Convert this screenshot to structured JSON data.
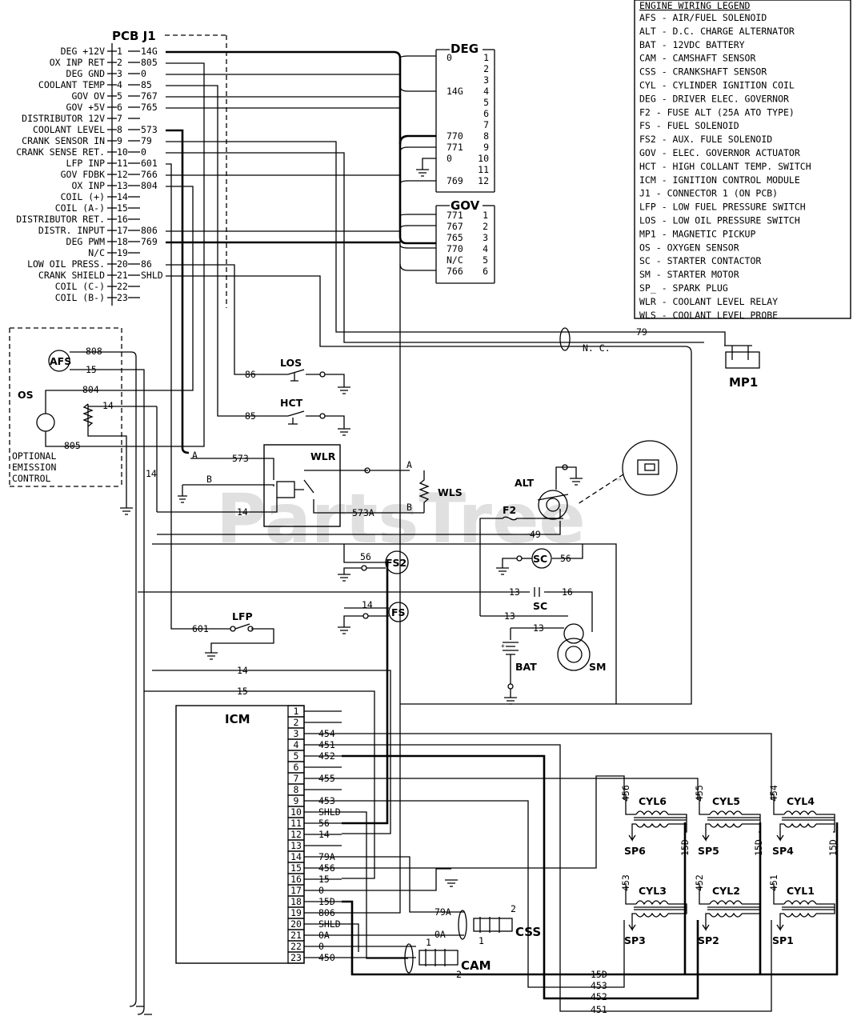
{
  "watermark": {
    "text": "PartsTree",
    "tm": "™"
  },
  "legend": {
    "title": "ENGINE WIRING LEGEND",
    "items": [
      "AFS - AIR/FUEL SOLENOID",
      "ALT - D.C. CHARGE ALTERNATOR",
      "BAT - 12VDC BATTERY",
      "CAM - CAMSHAFT SENSOR",
      "CSS - CRANKSHAFT SENSOR",
      "CYL - CYLINDER IGNITION COIL",
      "DEG - DRIVER ELEC. GOVERNOR",
      "F2 - FUSE ALT (25A ATO TYPE)",
      "FS - FUEL SOLENOID",
      "FS2 - AUX. FULE SOLENOID",
      "GOV - ELEC. GOVERNOR ACTUATOR",
      "HCT - HIGH COLLANT TEMP. SWITCH",
      "ICM - IGNITION CONTROL MODULE",
      "J1 - CONNECTOR 1 (ON PCB)",
      "LFP - LOW FUEL PRESSURE SWITCH",
      "LOS - LOW OIL PRESSURE SWITCH",
      "MP1 - MAGNETIC PICKUP",
      "OS - OXYGEN SENSOR",
      "SC - STARTER CONTACTOR",
      "SM - STARTER MOTOR",
      "SP_ - SPARK PLUG",
      "WLR - COOLANT LEVEL RELAY",
      "WLS - COOLANT LEVEL PROBE"
    ]
  },
  "pcb": {
    "title": "PCB J1",
    "pins": [
      {
        "name": "DEG +12V",
        "pin": "1",
        "wire": "14G"
      },
      {
        "name": "OX INP RET",
        "pin": "2",
        "wire": "805"
      },
      {
        "name": "DEG GND",
        "pin": "3",
        "wire": "0"
      },
      {
        "name": "COOLANT TEMP",
        "pin": "4",
        "wire": "85"
      },
      {
        "name": "GOV OV",
        "pin": "5",
        "wire": "767"
      },
      {
        "name": "GOV +5V",
        "pin": "6",
        "wire": "765"
      },
      {
        "name": "DISTRIBUTOR 12V",
        "pin": "7",
        "wire": ""
      },
      {
        "name": "COOLANT LEVEL",
        "pin": "8",
        "wire": "573"
      },
      {
        "name": "CRANK SENSOR IN",
        "pin": "9",
        "wire": "79"
      },
      {
        "name": "CRANK SENSE RET.",
        "pin": "10",
        "wire": "0"
      },
      {
        "name": "LFP INP",
        "pin": "11",
        "wire": "601"
      },
      {
        "name": "GOV FDBK",
        "pin": "12",
        "wire": "766"
      },
      {
        "name": "OX INP",
        "pin": "13",
        "wire": "804"
      },
      {
        "name": "COIL (+)",
        "pin": "14",
        "wire": ""
      },
      {
        "name": "COIL (A-)",
        "pin": "15",
        "wire": ""
      },
      {
        "name": "DISTRIBUTOR RET.",
        "pin": "16",
        "wire": ""
      },
      {
        "name": "DISTR. INPUT",
        "pin": "17",
        "wire": "806"
      },
      {
        "name": "DEG PWM",
        "pin": "18",
        "wire": "769"
      },
      {
        "name": "N/C",
        "pin": "19",
        "wire": ""
      },
      {
        "name": "LOW OIL PRESS.",
        "pin": "20",
        "wire": "86"
      },
      {
        "name": "CRANK SHIELD",
        "pin": "21",
        "wire": "SHLD"
      },
      {
        "name": "COIL (C-)",
        "pin": "22",
        "wire": ""
      },
      {
        "name": "COIL (B-)",
        "pin": "23",
        "wire": ""
      }
    ]
  },
  "deg": {
    "title": "DEG",
    "pins": [
      {
        "pin": "1",
        "wire": "0"
      },
      {
        "pin": "2",
        "wire": ""
      },
      {
        "pin": "3",
        "wire": ""
      },
      {
        "pin": "4",
        "wire": "14G"
      },
      {
        "pin": "5",
        "wire": ""
      },
      {
        "pin": "6",
        "wire": ""
      },
      {
        "pin": "7",
        "wire": ""
      },
      {
        "pin": "8",
        "wire": "770"
      },
      {
        "pin": "9",
        "wire": "771"
      },
      {
        "pin": "10",
        "wire": "0"
      },
      {
        "pin": "11",
        "wire": ""
      },
      {
        "pin": "12",
        "wire": "769"
      }
    ]
  },
  "gov": {
    "title": "GOV",
    "pins": [
      {
        "pin": "1",
        "wire": "771"
      },
      {
        "pin": "2",
        "wire": "767"
      },
      {
        "pin": "3",
        "wire": "765"
      },
      {
        "pin": "4",
        "wire": "770"
      },
      {
        "pin": "5",
        "wire": "N/C"
      },
      {
        "pin": "6",
        "wire": "766"
      }
    ]
  },
  "icm": {
    "title": "ICM",
    "pins": [
      {
        "pin": "1",
        "wire": ""
      },
      {
        "pin": "2",
        "wire": ""
      },
      {
        "pin": "3",
        "wire": "454"
      },
      {
        "pin": "4",
        "wire": "451"
      },
      {
        "pin": "5",
        "wire": "452"
      },
      {
        "pin": "6",
        "wire": ""
      },
      {
        "pin": "7",
        "wire": "455"
      },
      {
        "pin": "8",
        "wire": ""
      },
      {
        "pin": "9",
        "wire": "453"
      },
      {
        "pin": "10",
        "wire": "SHLD"
      },
      {
        "pin": "11",
        "wire": "56"
      },
      {
        "pin": "12",
        "wire": "14"
      },
      {
        "pin": "13",
        "wire": ""
      },
      {
        "pin": "14",
        "wire": "79A"
      },
      {
        "pin": "15",
        "wire": "456"
      },
      {
        "pin": "16",
        "wire": "15"
      },
      {
        "pin": "17",
        "wire": "0"
      },
      {
        "pin": "18",
        "wire": "15D"
      },
      {
        "pin": "19",
        "wire": "806"
      },
      {
        "pin": "20",
        "wire": "SHLD"
      },
      {
        "pin": "21",
        "wire": "0A"
      },
      {
        "pin": "22",
        "wire": "0"
      },
      {
        "pin": "23",
        "wire": "450"
      }
    ]
  },
  "components": {
    "afs": "AFS",
    "os": "OS",
    "los": "LOS",
    "hct": "HCT",
    "wlr": "WLR",
    "wls": "WLS",
    "alt": "ALT",
    "f2": "F2",
    "fs2": "FS2",
    "sc": "SC",
    "sc2": "SC",
    "fs": "FS",
    "lfp": "LFP",
    "bat": "BAT",
    "sm": "SM",
    "mp1": "MP1",
    "css": "CSS",
    "cam": "CAM",
    "emission": [
      "OPTIONAL",
      "EMISSION",
      "CONTROL"
    ],
    "relay_a": "A",
    "relay_b": "B",
    "wls_a": "A",
    "wls_b": "B"
  },
  "coils": {
    "top": [
      {
        "name": "CYL6",
        "plug": "SP6",
        "in": "456",
        "out": "15D"
      },
      {
        "name": "CYL5",
        "plug": "SP5",
        "in": "455",
        "out": "15D"
      },
      {
        "name": "CYL4",
        "plug": "SP4",
        "in": "454",
        "out": "15D"
      }
    ],
    "bottom": [
      {
        "name": "CYL3",
        "plug": "SP3",
        "in": "453"
      },
      {
        "name": "CYL2",
        "plug": "SP2",
        "in": "452"
      },
      {
        "name": "CYL1",
        "plug": "SP1",
        "in": "451"
      }
    ]
  },
  "wires": {
    "w808": "808",
    "w15a": "15",
    "w804": "804",
    "w14os": "14",
    "w805": "805",
    "w14v": "14",
    "w86": "86",
    "w85": "85",
    "w573": "573",
    "w14r": "14",
    "w573a": "573A",
    "w79": "79",
    "wnc": "N. C.",
    "w49": "49",
    "w56a": "56",
    "w56b": "56",
    "w13a": "13",
    "w16": "16",
    "w13b": "13",
    "w13c": "13",
    "w14fs": "14",
    "w601": "601",
    "w14l": "14",
    "w15l": "15",
    "w79a": "79A",
    "w0a": "0A",
    "css1": "1",
    "css2": "2",
    "cam1": "1",
    "cam2": "2",
    "b15d": "15D",
    "b453": "453",
    "b452": "452",
    "b451": "451"
  }
}
